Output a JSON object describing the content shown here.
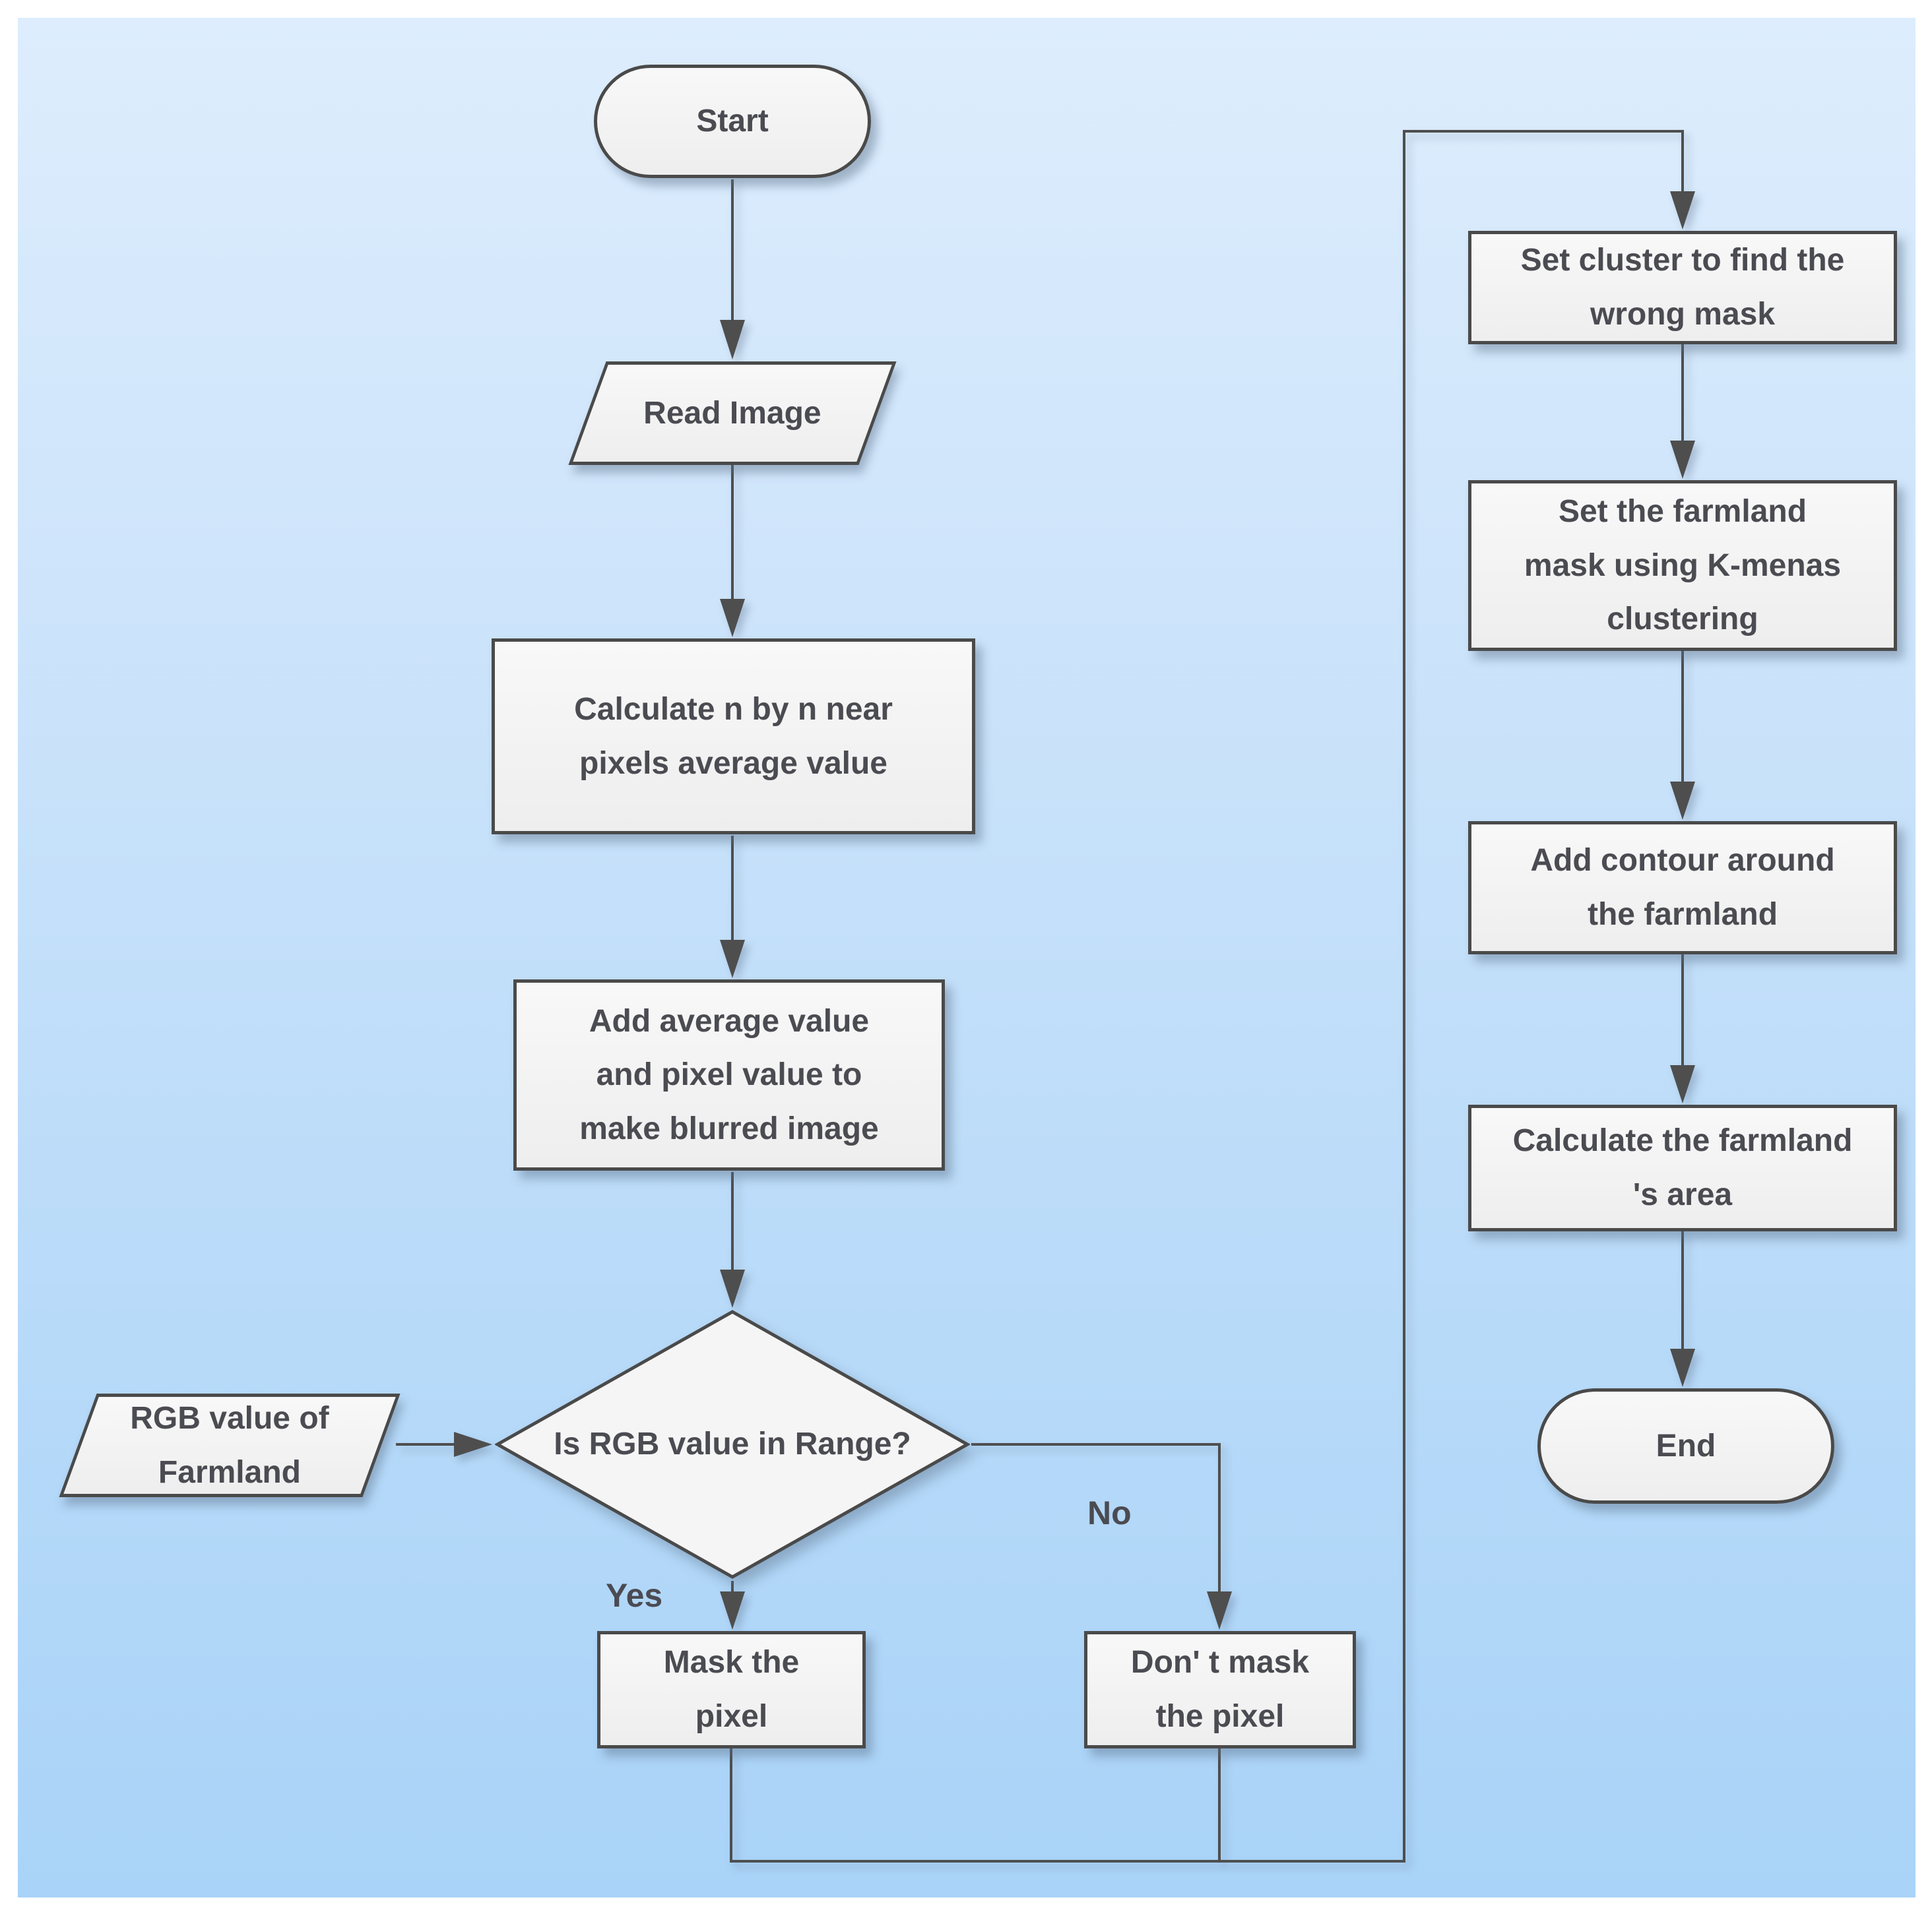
{
  "diagram_type": "flowchart",
  "colors": {
    "background_top": "#ddedfd",
    "background_bottom": "#a9d3f8",
    "shape_fill": "#f4f4f4",
    "shape_border": "#4a4a4a",
    "connector": "#4e4e4e",
    "text": "#4b4b52"
  },
  "nodes": {
    "start": {
      "type": "terminator",
      "label": "Start"
    },
    "read_image": {
      "type": "input-output",
      "label": "Read Image"
    },
    "calc_average": {
      "type": "process",
      "label": "Calculate n by n near\npixels average value"
    },
    "make_blur": {
      "type": "process",
      "label": "Add average value\nand pixel value to\nmake blurred image"
    },
    "rgb_decision": {
      "type": "decision",
      "label": "Is RGB value in Range?"
    },
    "rgb_input": {
      "type": "input-output",
      "label": "RGB value of\nFarmland"
    },
    "mask_pixel": {
      "type": "process",
      "label": "Mask the\npixel"
    },
    "dont_mask_pixel": {
      "type": "process",
      "label": "Don' t mask\nthe pixel"
    },
    "set_cluster": {
      "type": "process",
      "label": "Set cluster to find the\nwrong mask"
    },
    "kmeans_mask": {
      "type": "process",
      "label": "Set the farmland\nmask using K-menas\nclustering"
    },
    "add_contour": {
      "type": "process",
      "label": "Add contour around\nthe farmland"
    },
    "calc_area": {
      "type": "process",
      "label": "Calculate the farmland\n's area"
    },
    "end": {
      "type": "terminator",
      "label": "End"
    }
  },
  "edge_labels": {
    "yes": "Yes",
    "no": "No"
  }
}
